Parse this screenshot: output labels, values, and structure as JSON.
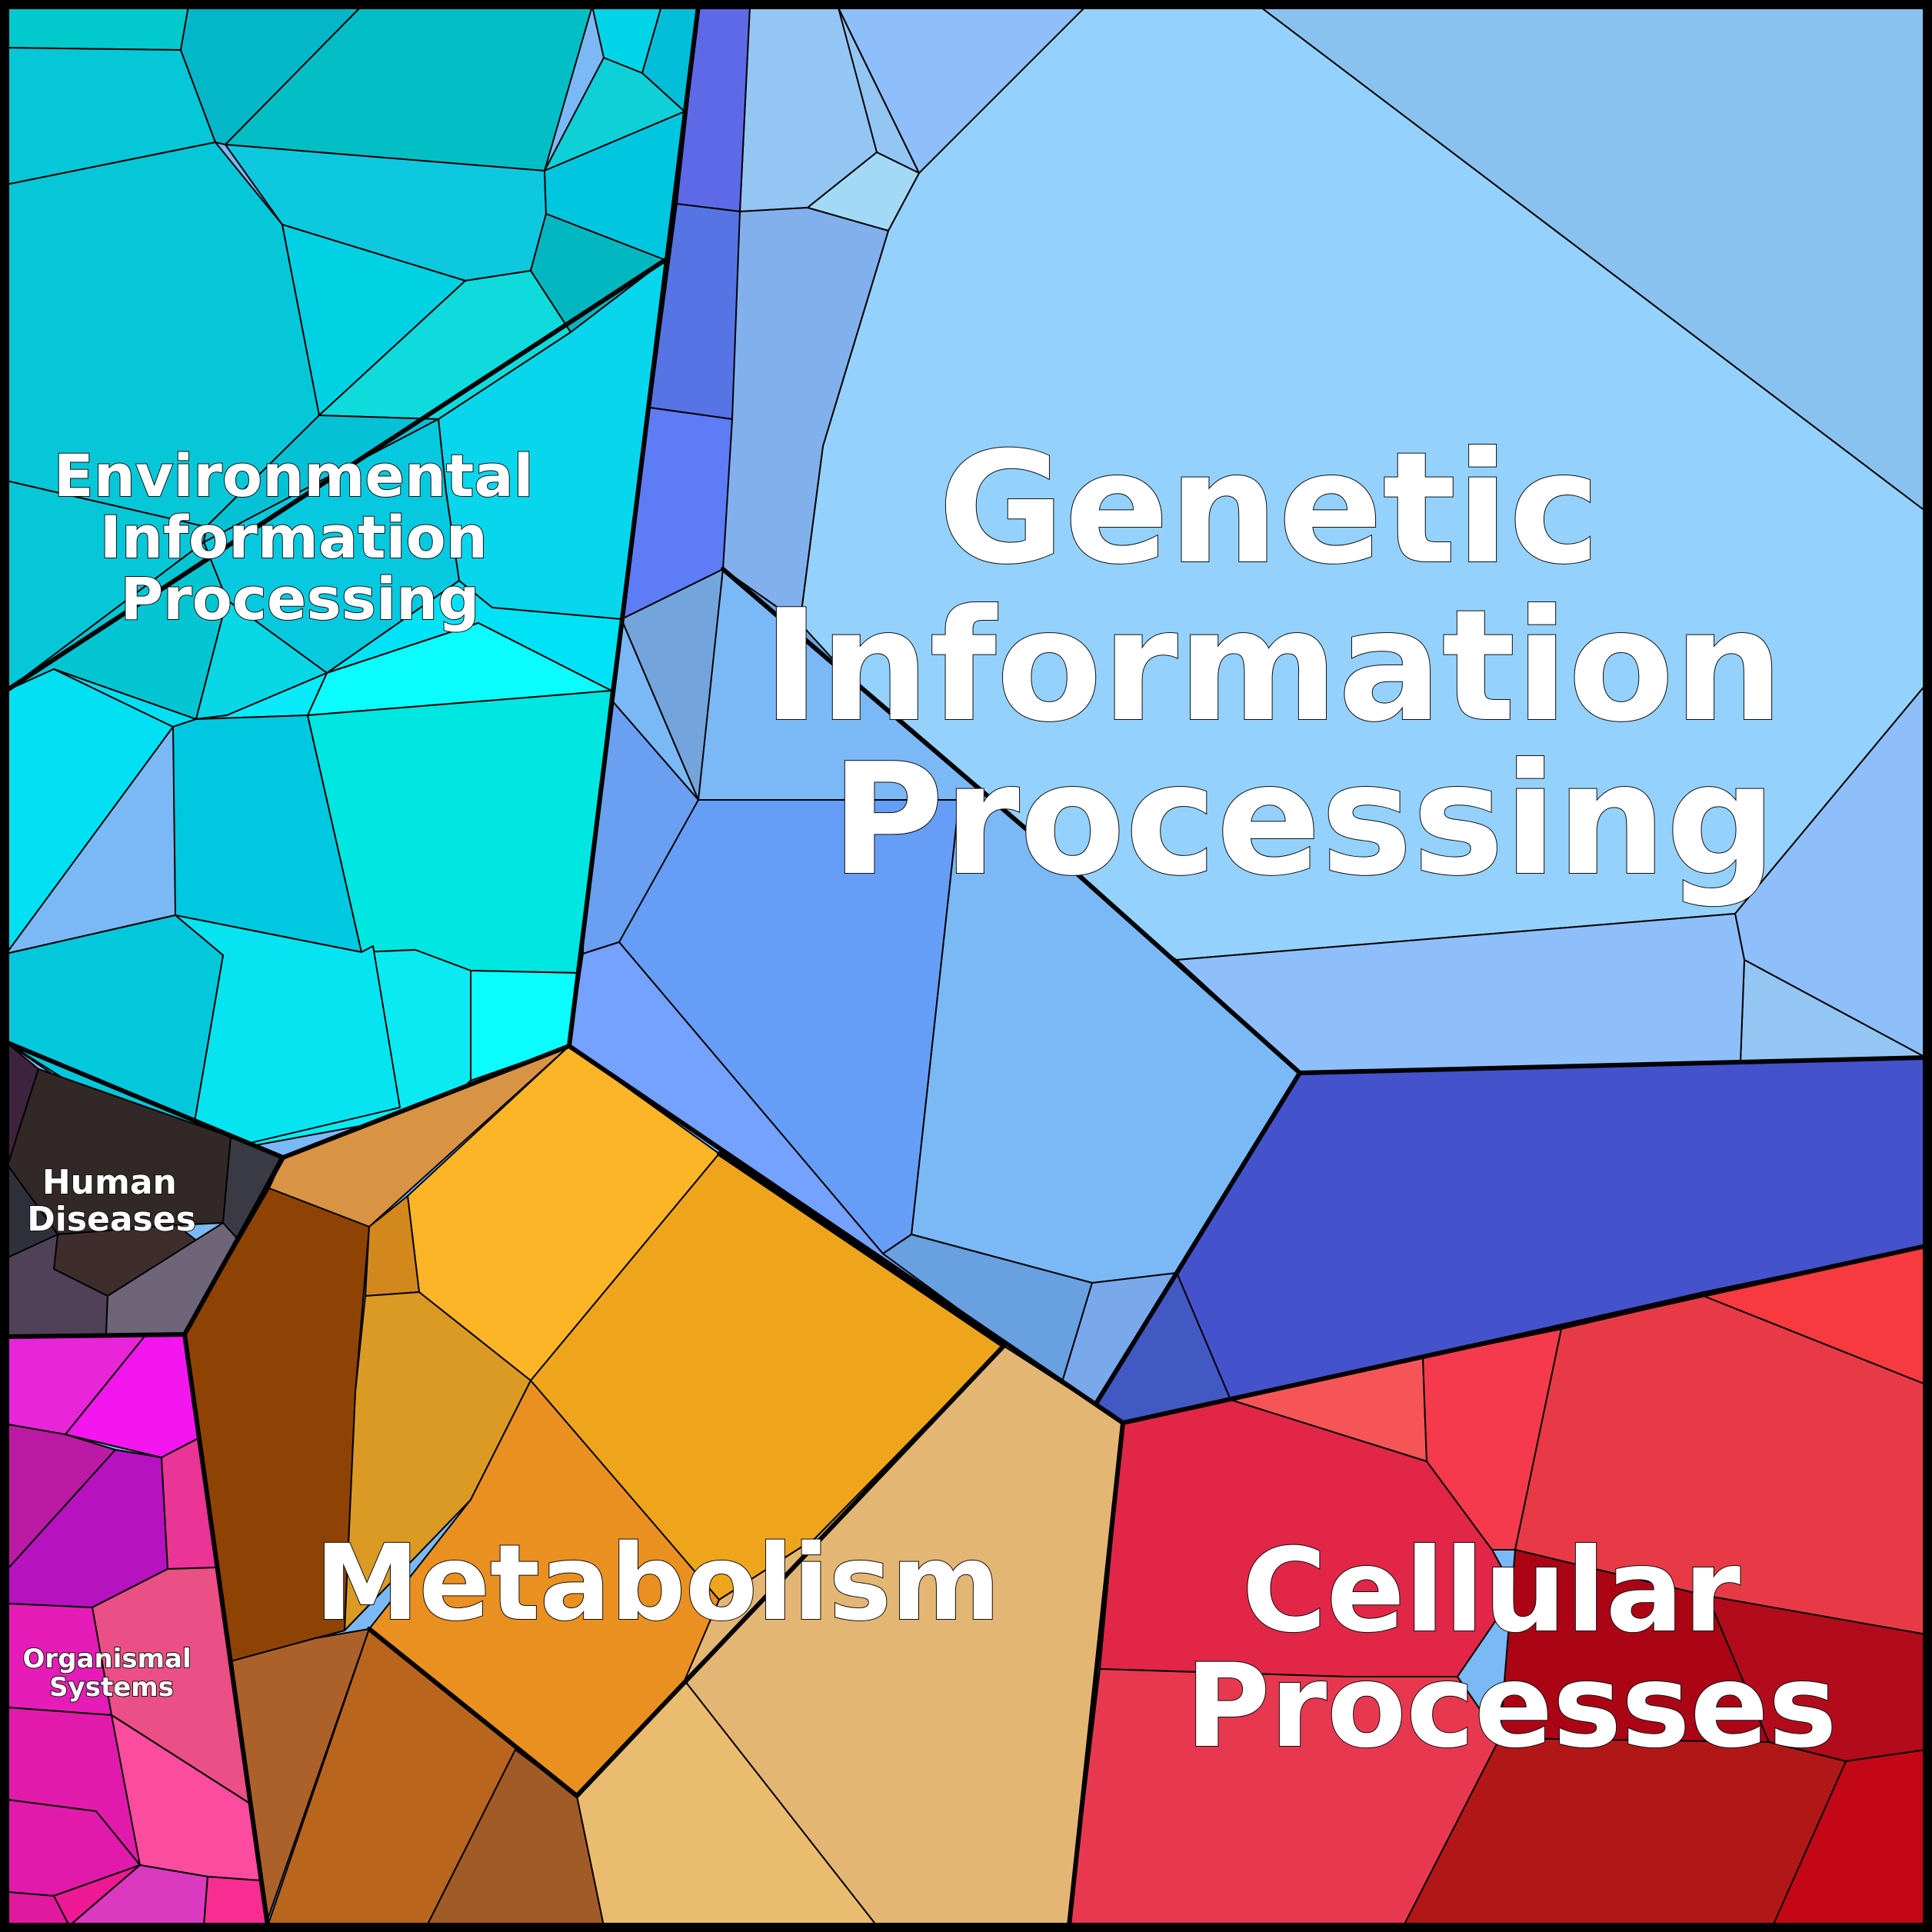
{
  "categories": [
    {
      "id": "genetic",
      "label_lines": [
        "Genetic",
        "Information",
        "Processing"
      ],
      "colors": [
        "#94d2fd",
        "#89c2ee",
        "#8fbffa",
        "#82b0ec",
        "#7bb8f6",
        "#669ef7",
        "#73a4db",
        "#5e7cf6",
        "#5266e4",
        "#4452cc",
        "#68a0e0",
        "#a2d9f7"
      ]
    },
    {
      "id": "environmental",
      "label_lines": [
        "Environmental",
        "Information",
        "Processing"
      ],
      "colors": [
        "#06c7d7",
        "#03c1c6",
        "#0ec8e0",
        "#00d2e4",
        "#0fdadc",
        "#09ebfb",
        "#06e3f1",
        "#00e6e0",
        "#00dff4",
        "#0bfcff",
        "#03c8dc",
        "#0ad5e2"
      ]
    },
    {
      "id": "human_diseases",
      "label_lines": [
        "Human",
        "Diseases"
      ],
      "colors": [
        "#3e233f",
        "#322828",
        "#3a3a45",
        "#3f2d2d",
        "#504159",
        "#6f6578",
        "#30303a"
      ]
    },
    {
      "id": "organismal",
      "label_lines": [
        "Organismal",
        "Systems"
      ],
      "colors": [
        "#e925d9",
        "#f316ef",
        "#bc1aa5",
        "#b612c0",
        "#ea3496",
        "#ea4f85",
        "#e51cb7",
        "#fb4c9f",
        "#f72d92",
        "#e21aab",
        "#ee1895",
        "#da39c0"
      ]
    },
    {
      "id": "metabolism",
      "label_lines": [
        "Metabolism"
      ],
      "colors": [
        "#d99344",
        "#fdb528",
        "#8e4304",
        "#d3881d",
        "#efa51b",
        "#da9a24",
        "#e99021",
        "#e4b674",
        "#ab6129",
        "#ba651d",
        "#a05b27",
        "#eabc6f"
      ]
    },
    {
      "id": "cellular",
      "label_lines": [
        "Cellular",
        "Processes"
      ],
      "colors": [
        "#e12648",
        "#f55557",
        "#f63a4d",
        "#e83a46",
        "#f63a3f",
        "#aa0415",
        "#b20b1c",
        "#e83850",
        "#b21718",
        "#c30716"
      ]
    }
  ]
}
